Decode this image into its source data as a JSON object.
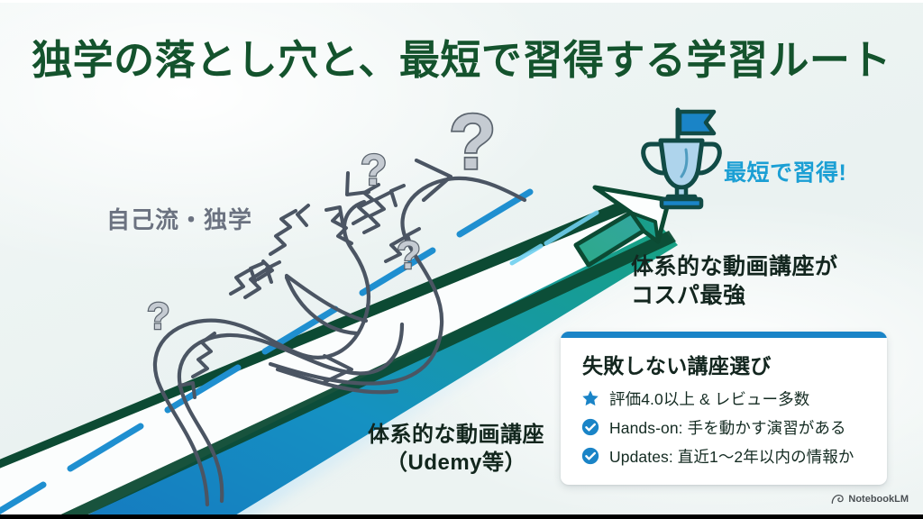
{
  "slide": {
    "title": "独学の落とし穴と、最短で習得する学習ルート",
    "background_color": "#eef4f3",
    "title_color": "#14532d"
  },
  "labels": {
    "self_taught": "自己流・独学",
    "shortest": "最短で習得!",
    "systematic_best_line1": "体系的な動画講座が",
    "systematic_best_line2": "コスパ最強",
    "road_line1": "体系的な動画講座",
    "road_line2": "（Udemy等）"
  },
  "icons": {
    "trophy": "trophy-icon",
    "flag": "flag-icon",
    "question_mark": "question-mark-icon",
    "star": "star-icon",
    "check": "check-circle-icon",
    "arrow": "arrow-icon"
  },
  "card": {
    "accent_color": "#1a84c7",
    "title": "失敗しない講座選び",
    "items": [
      {
        "icon": "star-icon",
        "text": "評価4.0以上 & レビュー多数"
      },
      {
        "icon": "check-circle-icon",
        "text": "Hands-on: 手を動かす演習がある"
      },
      {
        "icon": "check-circle-icon",
        "text": "Updates: 直近1〜2年以内の情報か"
      }
    ]
  },
  "watermark": {
    "text": "NotebookLM"
  },
  "palette": {
    "road_edge_green": "#0c4a33",
    "road_band_teal": "#14a08a",
    "road_band_blue": "#1577c0",
    "dash_blue": "#1f8fd0",
    "tangle_gray": "#4b5563",
    "question_gray": "#b9bfc6",
    "trophy_fill": "#aed4ec",
    "trophy_outline": "#114b46",
    "flag_blue": "#1a84c7"
  }
}
